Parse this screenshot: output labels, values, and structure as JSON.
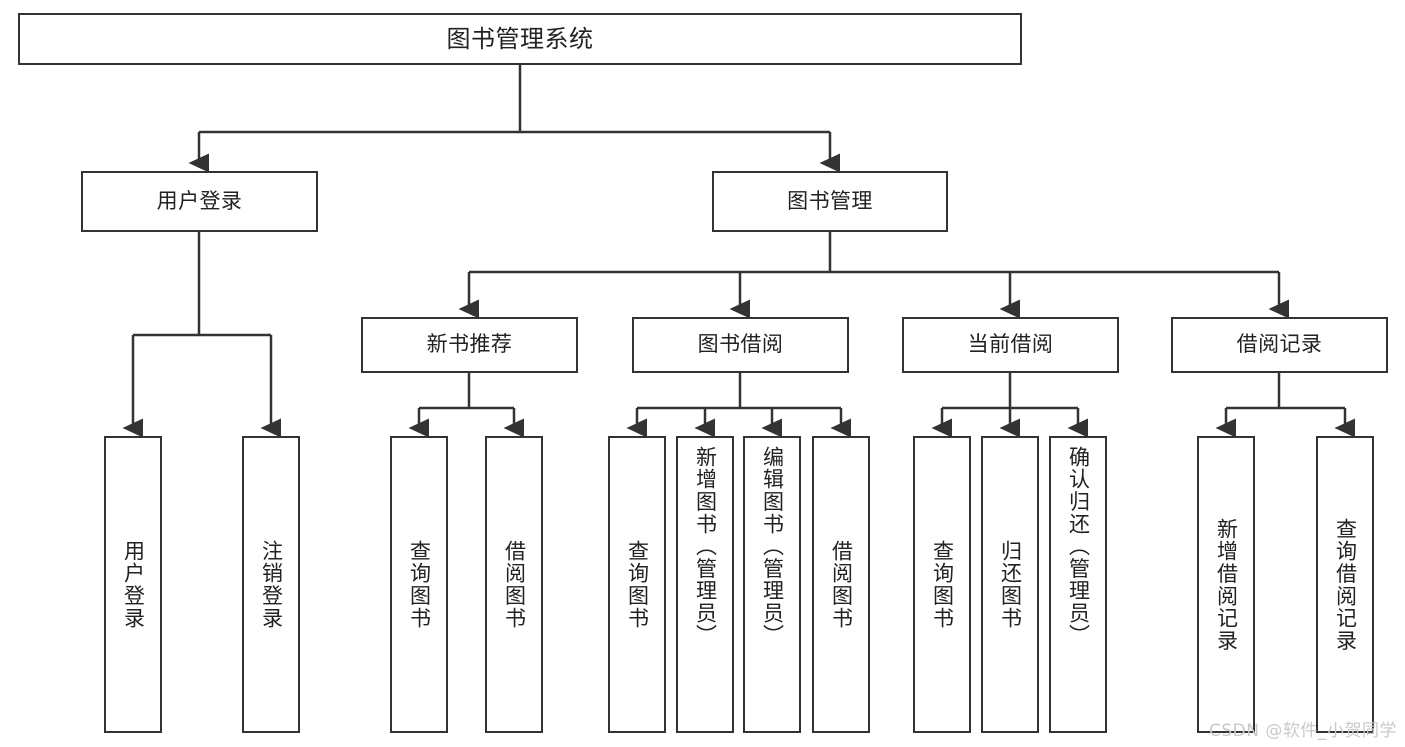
{
  "diagram": {
    "title": "图书管理系统",
    "type": "tree",
    "stroke_color": "#333333",
    "fill_color": "#ffffff",
    "text_color": "#222222",
    "nodes": {
      "root": {
        "label": "图书管理系统"
      },
      "level1": [
        {
          "label": "用户登录"
        },
        {
          "label": "图书管理"
        }
      ],
      "level2": [
        {
          "label": "新书推荐"
        },
        {
          "label": "图书借阅"
        },
        {
          "label": "当前借阅"
        },
        {
          "label": "借阅记录"
        }
      ],
      "leaves": {
        "user_login": [
          {
            "label": "用户登录"
          },
          {
            "label": "注销登录"
          }
        ],
        "new_book_recommend": [
          {
            "label": "查询图书"
          },
          {
            "label": "借阅图书"
          }
        ],
        "book_borrow": [
          {
            "label": "查询图书"
          },
          {
            "label": "新增图书（管理员）"
          },
          {
            "label": "编辑图书（管理员）"
          },
          {
            "label": "借阅图书"
          }
        ],
        "current_borrow": [
          {
            "label": "查询图书"
          },
          {
            "label": "归还图书"
          },
          {
            "label": "确认归还（管理员）"
          }
        ],
        "borrow_record": [
          {
            "label": "新增借阅记录"
          },
          {
            "label": "查询借阅记录"
          }
        ]
      }
    }
  },
  "watermark": {
    "text": "CSDN @软件_小贺同学"
  }
}
